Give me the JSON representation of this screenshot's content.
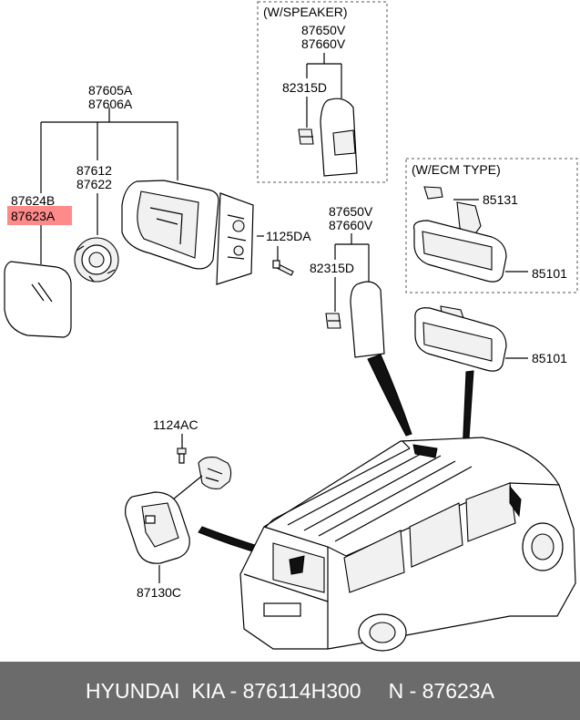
{
  "labels": {
    "p87605A": "87605A",
    "p87606A": "87606A",
    "p87612": "87612",
    "p87622": "87622",
    "p87624B": "87624B",
    "p87623A": "87623A",
    "p1125DA": "1125DA",
    "speaker_title": "(W/SPEAKER)",
    "s87650V": "87650V",
    "s87660V": "87660V",
    "s82315D": "82315D",
    "ecm_title": "(W/ECM TYPE)",
    "e85131": "85131",
    "e85101": "85101",
    "m87650V": "87650V",
    "m87660V": "87660V",
    "m82315D": "82315D",
    "m85101": "85101",
    "p1124AC": "1124AC",
    "p87130C": "87130C"
  },
  "highlight_color": "#ff8a8a",
  "footer": {
    "brand": "HYUNDAI  KIA - 876114H300",
    "part": "N - 87623A",
    "background": "#6b6b6b"
  }
}
